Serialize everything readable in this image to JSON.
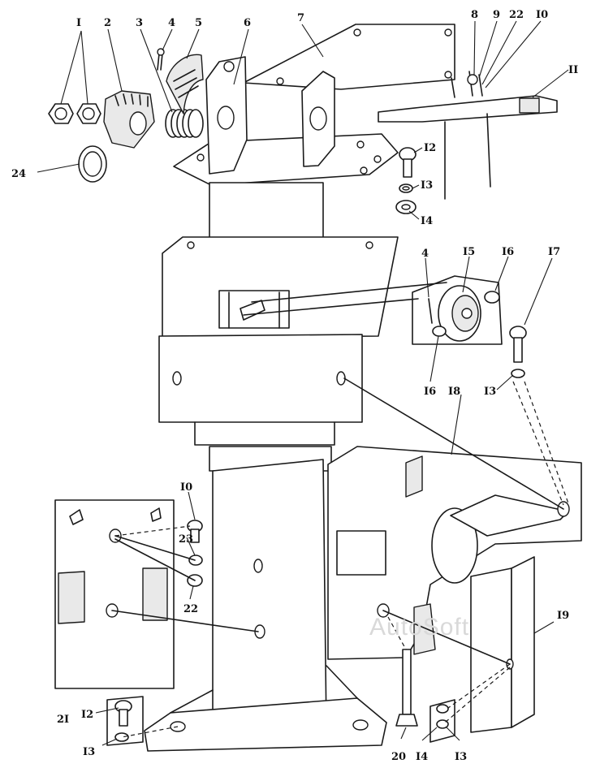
{
  "watermark": "AutoSoft",
  "callouts": [
    {
      "id": "c1",
      "text": "I"
    },
    {
      "id": "c2",
      "text": "2"
    },
    {
      "id": "c3",
      "text": "3"
    },
    {
      "id": "c4a",
      "text": "4"
    },
    {
      "id": "c5",
      "text": "5"
    },
    {
      "id": "c6",
      "text": "6"
    },
    {
      "id": "c7",
      "text": "7"
    },
    {
      "id": "c8",
      "text": "8"
    },
    {
      "id": "c9",
      "text": "9"
    },
    {
      "id": "c22a",
      "text": "22"
    },
    {
      "id": "c10a",
      "text": "I0"
    },
    {
      "id": "c11",
      "text": "II"
    },
    {
      "id": "c24",
      "text": "24"
    },
    {
      "id": "c12a",
      "text": "I2"
    },
    {
      "id": "c13a",
      "text": "I3"
    },
    {
      "id": "c14a",
      "text": "I4"
    },
    {
      "id": "c4b",
      "text": "4"
    },
    {
      "id": "c15",
      "text": "I5"
    },
    {
      "id": "c16a",
      "text": "I6"
    },
    {
      "id": "c17",
      "text": "I7"
    },
    {
      "id": "c16b",
      "text": "I6"
    },
    {
      "id": "c18",
      "text": "I8"
    },
    {
      "id": "c13b",
      "text": "I3"
    },
    {
      "id": "c10b",
      "text": "I0"
    },
    {
      "id": "c23",
      "text": "23"
    },
    {
      "id": "c22b",
      "text": "22"
    },
    {
      "id": "c19",
      "text": "I9"
    },
    {
      "id": "c21",
      "text": "2I"
    },
    {
      "id": "c12b",
      "text": "I2"
    },
    {
      "id": "c13c",
      "text": "I3"
    },
    {
      "id": "c20",
      "text": "20"
    },
    {
      "id": "c14b",
      "text": "I4"
    },
    {
      "id": "c13d",
      "text": "I3"
    }
  ]
}
